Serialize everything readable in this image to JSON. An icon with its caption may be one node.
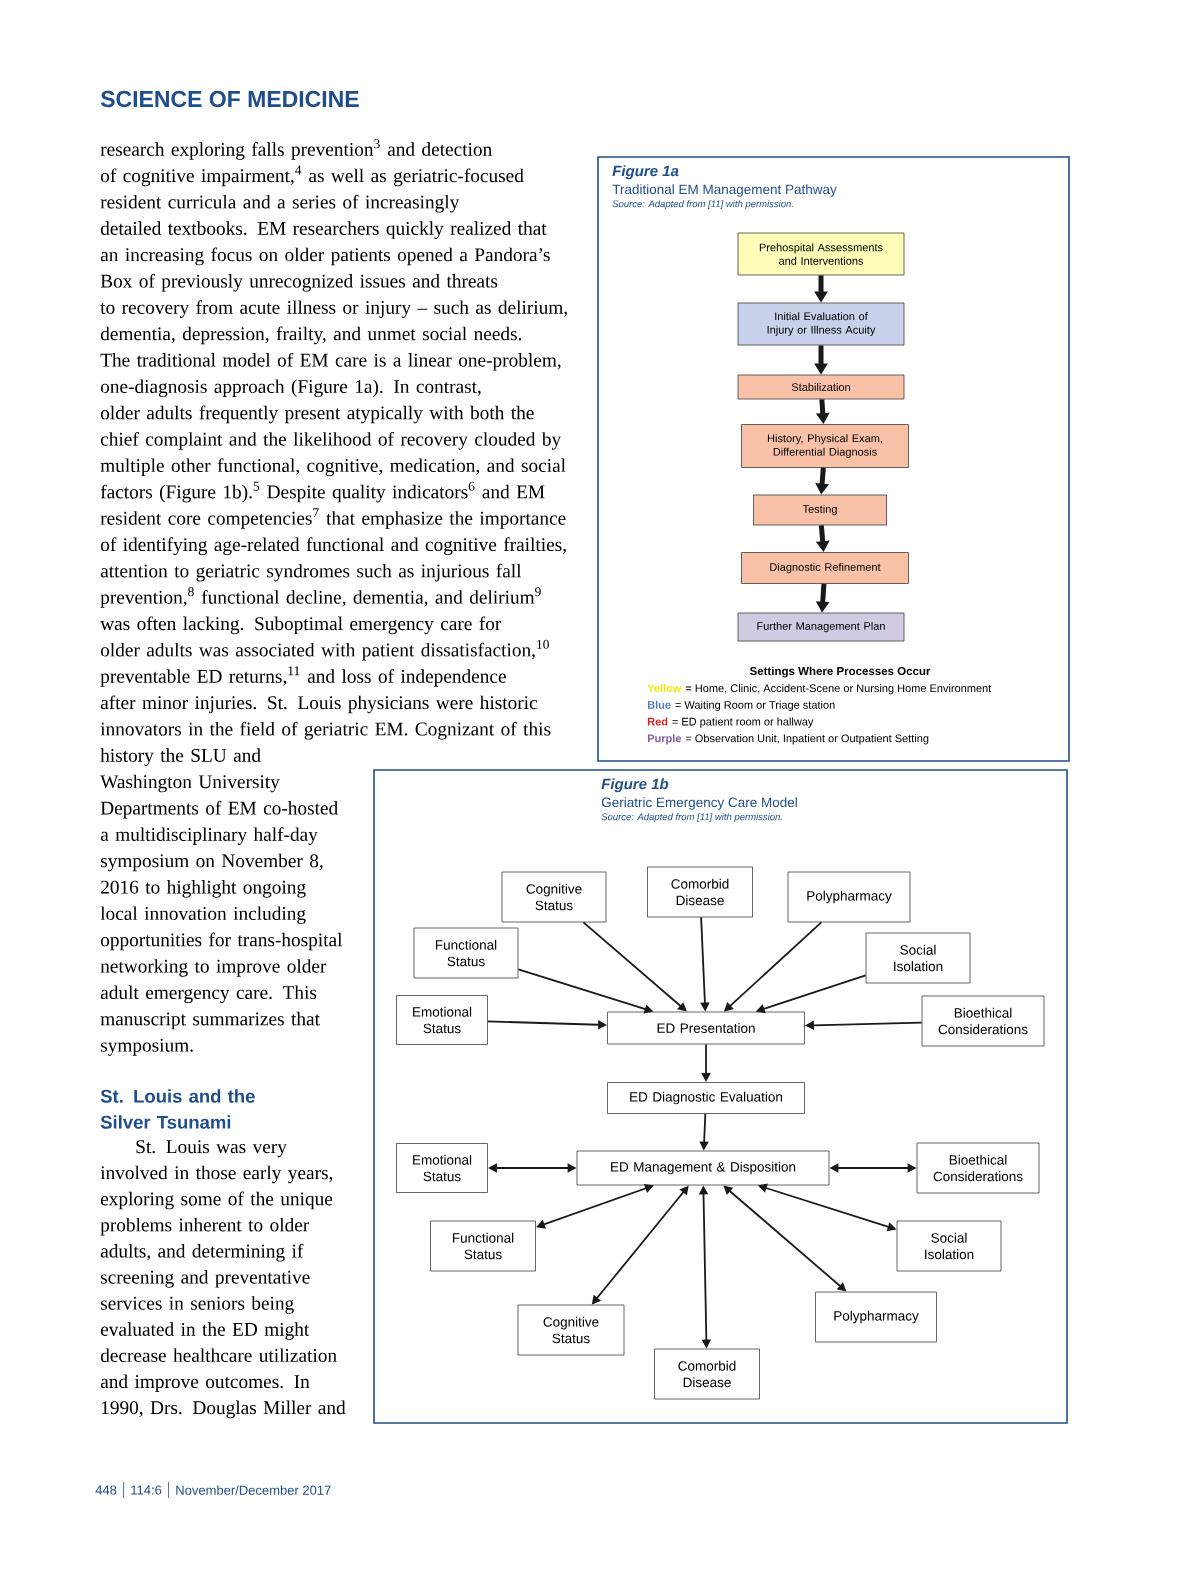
{
  "diagram": {
    "nodes": [
      {
        "text": [
          "Figure 1a",
          "Traditional EM Management Pathway",
          "Source: Adapted from [11] with permission."
        ]
      },
      {
        "text": [
          "Prehospital Assessments and Interventions"
        ],
        "in": 0
      },
      {
        "text": [
          "Initial Evaluation of Injury or Illness Acuity"
        ],
        "in": 0
      },
      {
        "text": [
          "Stabilization"
        ],
        "in": 0
      },
      {
        "text": [
          "History, Physical Exam, Differential Diagnosis"
        ],
        "in": 0
      },
      {
        "text": [
          "Testing"
        ],
        "in": 0
      },
      {
        "text": [
          "Diagnostic Refinement"
        ],
        "in": 0
      },
      {
        "text": [
          "Further Management Plan"
        ],
        "in": 0
      },
      {
        "text": [
          "Figure 1b",
          "Geriatric Emergency Care Model",
          "Source: Adapted from [11] with permission."
        ]
      },
      {
        "text": [
          "Cognitive Status"
        ],
        "in": 8
      },
      {
        "text": [
          "Comorbid Disease"
        ],
        "in": 8
      },
      {
        "text": [
          "Polypharmacy"
        ],
        "in": 8
      },
      {
        "text": [
          "Functional Status"
        ],
        "in": 8
      },
      {
        "text": [
          "Social Isolation"
        ],
        "in": 8
      },
      {
        "text": [
          "Emotional Status"
        ],
        "in": 8
      },
      {
        "text": [
          "ED Presentation"
        ],
        "in": 8
      },
      {
        "text": [
          "Bioethical Considerations"
        ],
        "in": 8
      },
      {
        "text": [
          "ED Diagnostic Evaluation"
        ],
        "in": 8
      },
      {
        "text": [
          "Emotional Status"
        ],
        "in": 8
      },
      {
        "text": [
          "ED Management & Disposition"
        ],
        "in": 8
      },
      {
        "text": [
          "Bioethical Considerations"
        ],
        "in": 8
      },
      {
        "text": [
          "Functional Status"
        ],
        "in": 8
      },
      {
        "text": [
          "Social Isolation"
        ],
        "in": 8
      },
      {
        "text": [
          "Cognitive Status"
        ],
        "in": 8
      },
      {
        "text": [
          "Polypharmacy"
        ],
        "in": 8
      },
      {
        "text": [
          "Comorbid Disease"
        ],
        "in": 8
      }
    ],
    "edges": [
      {
        "from": 1,
        "to": 2,
        "arrow": "to",
        "style": "thick"
      },
      {
        "from": 2,
        "to": 3,
        "arrow": "to",
        "style": "thick"
      },
      {
        "from": 3,
        "to": 4,
        "arrow": "to",
        "style": "thick"
      },
      {
        "from": 4,
        "to": 5,
        "arrow": "to",
        "style": "thick"
      },
      {
        "from": 5,
        "to": 6,
        "arrow": "to",
        "style": "thick"
      },
      {
        "from": 6,
        "to": 7,
        "arrow": "to",
        "style": "thick"
      },
      {
        "from": 9,
        "to": 15,
        "arrow": "to"
      },
      {
        "from": 10,
        "to": 15,
        "arrow": "to"
      },
      {
        "from": 11,
        "to": 15,
        "arrow": "to"
      },
      {
        "from": 12,
        "to": 15,
        "arrow": "to"
      },
      {
        "from": 13,
        "to": 15,
        "arrow": "to"
      },
      {
        "from": 14,
        "to": 15,
        "arrow": "to"
      },
      {
        "from": 16,
        "to": 15,
        "arrow": "to"
      },
      {
        "from": 15,
        "to": 17,
        "arrow": "to"
      },
      {
        "from": 17,
        "to": 19,
        "arrow": "to"
      },
      {
        "from": 19,
        "to": 18,
        "arrow": "both"
      },
      {
        "from": 19,
        "to": 20,
        "arrow": "both"
      },
      {
        "from": 19,
        "to": 21,
        "arrow": "both"
      },
      {
        "from": 19,
        "to": 22,
        "arrow": "both"
      },
      {
        "from": 19,
        "to": 23,
        "arrow": "both"
      },
      {
        "from": 19,
        "to": 24,
        "arrow": "both"
      },
      {
        "from": 19,
        "to": 25,
        "arrow": "both"
      }
    ],
    "labels": [
      "SCIENCE OF MEDICINE",
      "research exploring falls prevention$^{3}$ and detection of cognitive impairment,$^{4}$ as well as geriatric-focused resident curricula and a series of increasingly detailed textbooks. EM researchers quickly realized that an increasing focus on older patients opened a Pandora’s Box of previously unrecognized issues and threats to recovery from acute illness or injury – such as delirium, dementia, depression, frailty, and unmet social needs. The traditional model of EM care is a linear one-problem, one-diagnosis approach (Figure 1a). In contrast, older adults frequently present atypically with both the chief complaint and the likelihood of recovery clouded by multiple other functional, cognitive, medication, and social factors (Figure 1b).$^{5}$ Despite quality indicators$^{6}$ and EM resident core competencies$^{7}$ that emphasize the importance of identifying age-related functional and cognitive frailties, attention to geriatric syndromes such as injurious fall prevention,$^{8}$ functional decline, dementia, and delirium$^{9}$ was often lacking. Suboptimal emergency care for older adults was associated with patient dissatisfaction,$^{10}$ preventable ED returns,$^{11}$ and loss of independence after minor injuries. St. Louis physicians were historic innovators in the field of geriatric EM. Cognizant of this history the SLU and Washington University Departments of EM co-hosted a multidisciplinary half-day symposium on November 8, 2016 to highlight ongoing local innovation including opportunities for trans-hospital networking to improve older adult emergency care. This manuscript summarizes that symposium.",
      "St. Louis and the Silver Tsunami",
      "St. Louis was very involved in those early years, exploring some of the unique problems inherent to older adults, and determining if screening and preventative services in seniors being evaluated in the ED might decrease healthcare utilization and improve outcomes. In 1990, Drs. Douglas Miller and",
      "Settings Where Processes Occur",
      "= Home, Clinic, Accident-Scene or Nursing Home Environment",
      "= Waiting Room or Triage station",
      "= ED patient room or hallway",
      "= Observation Unit, Inpatient or Outpatient Setting",
      "448",
      "114:6",
      "November/December 2017"
    ],
    "legend": [
      {
        "text": "Yellow",
        "color": "#f0e800"
      },
      {
        "text": "Blue",
        "color": "#4a7cc0"
      },
      {
        "text": "Red",
        "color": "#e02020"
      },
      {
        "text": "Purple",
        "color": "#7b5ea7"
      }
    ]
  }
}
